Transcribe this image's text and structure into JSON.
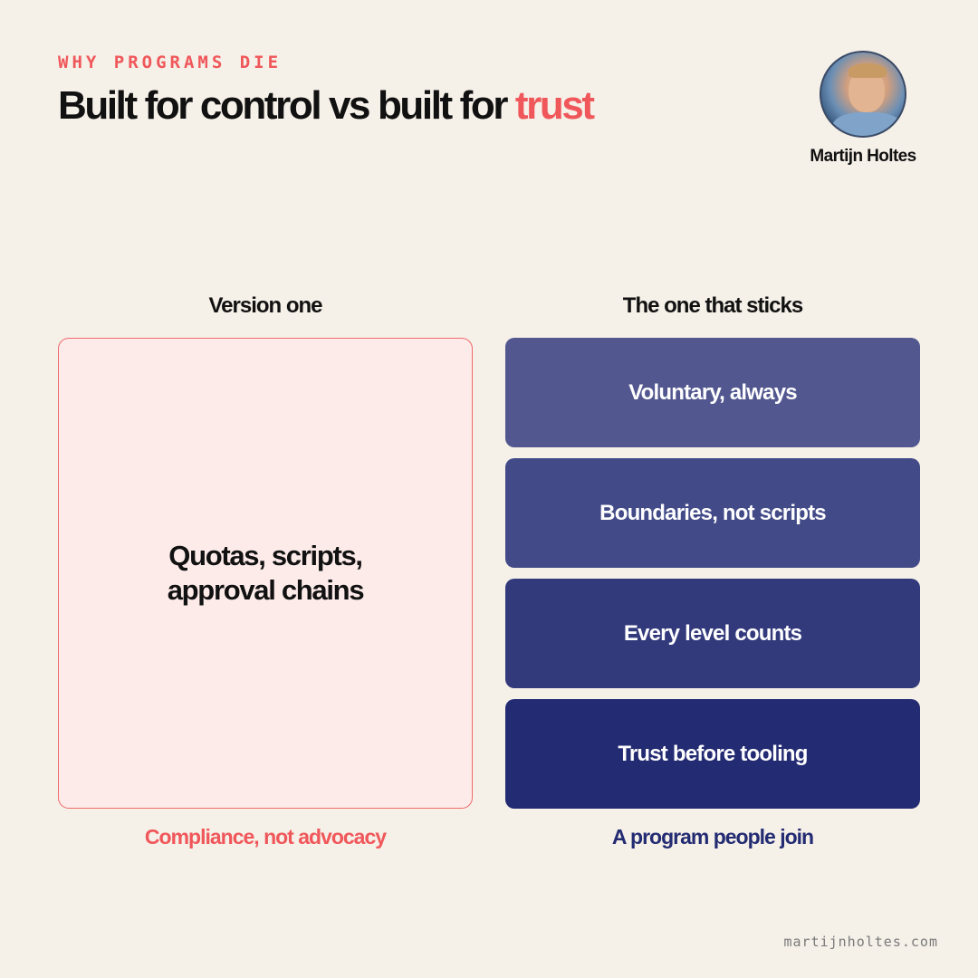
{
  "header": {
    "eyebrow": "WHY PROGRAMS DIE",
    "title_main": "Built for control vs built for ",
    "title_accent": "trust"
  },
  "author": {
    "name": "Martijn Holtes",
    "avatar_icon": "person-photo-icon"
  },
  "left_column": {
    "heading": "Version one",
    "box_text": "Quotas, scripts, approval chains",
    "caption": "Compliance, not advocacy"
  },
  "right_column": {
    "heading": "The one that sticks",
    "items": [
      {
        "label": "Voluntary, always",
        "color": "#52588f"
      },
      {
        "label": "Boundaries, not scripts",
        "color": "#424a87"
      },
      {
        "label": "Every level counts",
        "color": "#333a7c"
      },
      {
        "label": "Trust before tooling",
        "color": "#232b72"
      }
    ],
    "caption": "A program people join"
  },
  "footer": {
    "site": "martijnholtes.com"
  },
  "colors": {
    "background": "#f5f0e8",
    "accent_red": "#f0575a",
    "navy": "#232b72",
    "left_box_fill": "#fdebea"
  }
}
